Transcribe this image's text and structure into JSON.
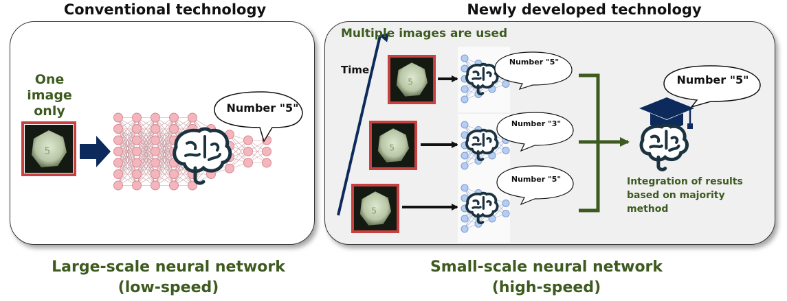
{
  "colors": {
    "accent_green": "#3d5a1f",
    "frame_red": "#c8403f",
    "arrow_navy": "#0c2a5c",
    "node_pink": "#f4b6bd",
    "node_blue": "#b6cdf2",
    "panel_right_bg": "#f0f0f0"
  },
  "left": {
    "title": "Conventional technology",
    "one_image_label": "One\nimage\nonly",
    "bubble": "Number \"5\"",
    "caption_line1": "Large-scale neural network",
    "caption_line2": "(low-speed)"
  },
  "right": {
    "title": "Newly developed technology",
    "subtitle": "Multiple images are used",
    "time_label": "Time",
    "rows": [
      {
        "bubble": "Number \"5\""
      },
      {
        "bubble": "Number \"3\""
      },
      {
        "bubble": "Number \"5\""
      }
    ],
    "result_bubble": "Number \"5\"",
    "integration_text": "Integration of results\nbased on majority\nmethod",
    "caption_line1": "Small-scale neural network",
    "caption_line2": "(high-speed)"
  },
  "icons": [
    "brain-icon",
    "graduation-cap-icon",
    "dice-image"
  ]
}
